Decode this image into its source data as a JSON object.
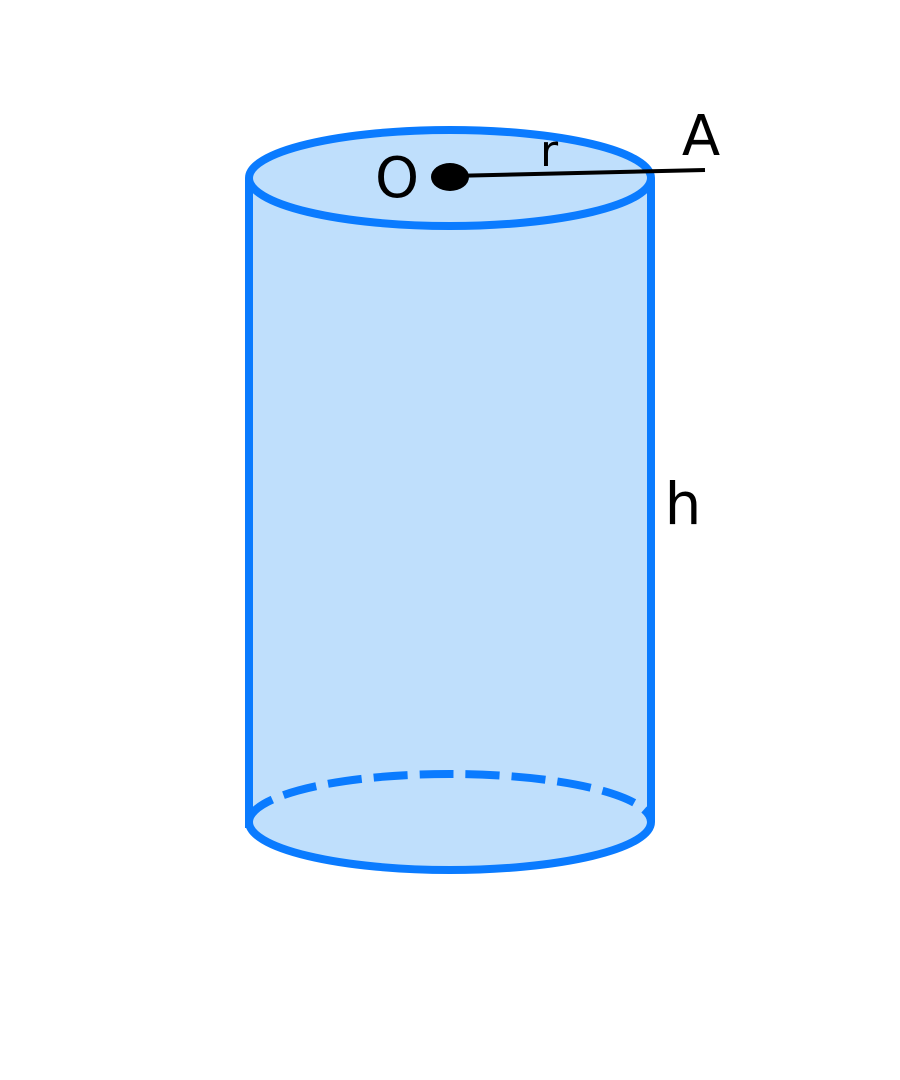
{
  "diagram": {
    "shape": "cylinder",
    "labels": {
      "center": "O",
      "point": "A",
      "radius": "r",
      "height": "h"
    },
    "colors": {
      "outline": "#0a7bff",
      "fill": "#bfdffc",
      "radius_line": "#000000",
      "center_dot": "#000000"
    }
  }
}
